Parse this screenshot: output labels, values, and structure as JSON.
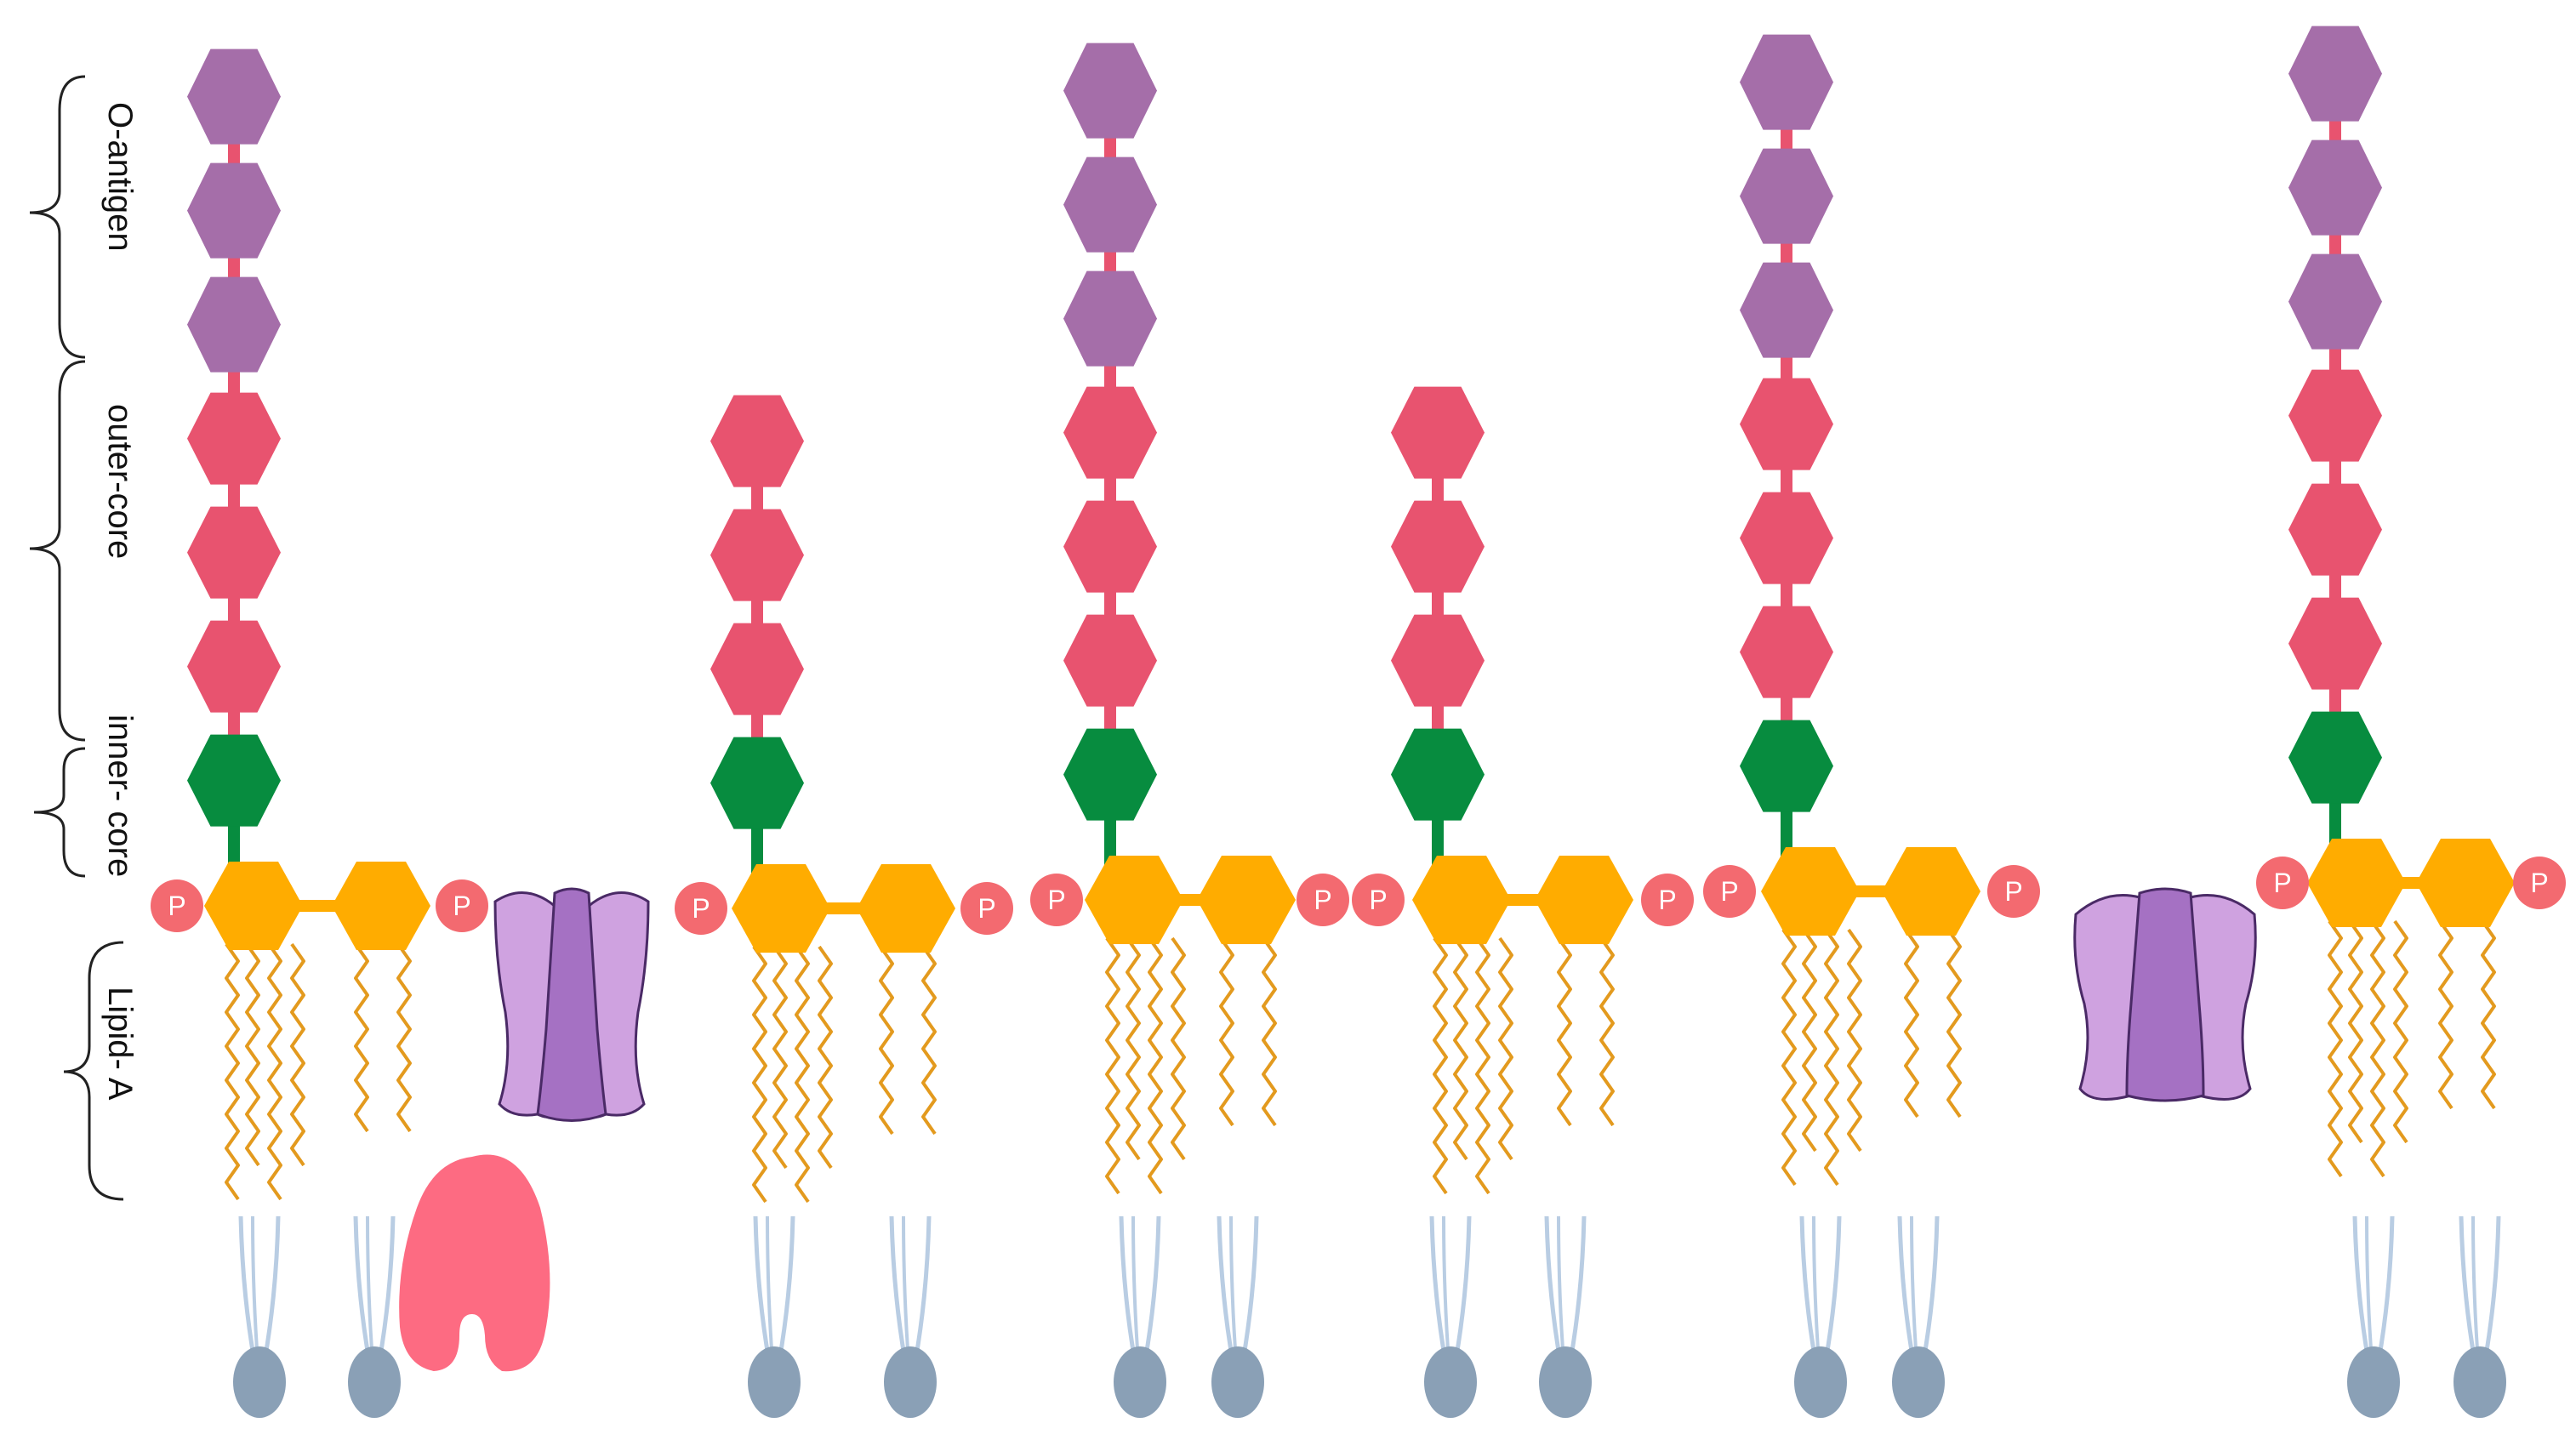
{
  "labels": {
    "o_antigen": "O-antigen",
    "outer_core": "outer-core",
    "inner_core": "inner- core",
    "lipid_a": "Lipid- A"
  },
  "phosphate_label": "P",
  "colors": {
    "o_antigen": "#a56ea9",
    "outer_core": "#e8536f",
    "inner_core": "#078c3f",
    "lipid_a_sugar": "#ffac00",
    "phosphate": "#f36a70",
    "lipid_tail": "#e39a1e",
    "phospholipid_head": "#8aa0b6",
    "phospholipid_tail": "#b9cde3",
    "porin_fill": "#cfa2e0",
    "porin_dark": "#a571c3",
    "porin_stroke": "#4a2a66",
    "protein": "#fd6b82"
  },
  "lps_units": [
    {
      "o_antigen_units": 3,
      "outer_core_units": 3
    },
    {
      "o_antigen_units": 0,
      "outer_core_units": 3
    },
    {
      "o_antigen_units": 3,
      "outer_core_units": 3
    },
    {
      "o_antigen_units": 0,
      "outer_core_units": 3
    },
    {
      "o_antigen_units": 3,
      "outer_core_units": 3
    },
    {
      "o_antigen_units": 3,
      "outer_core_units": 3
    }
  ],
  "membrane_proteins": [
    "porin",
    "porin",
    "peripheral-protein"
  ]
}
